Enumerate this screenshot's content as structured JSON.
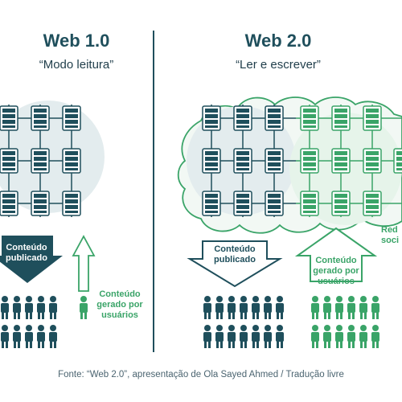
{
  "left": {
    "title": "Web 1.0",
    "subtitle": "“Modo leitura”",
    "published_label_line1": "Conteúdo",
    "published_label_line2": "publicado",
    "user_generated_line1": "Conteúdo",
    "user_generated_line2": "gerado por",
    "user_generated_line3": "usuários"
  },
  "right": {
    "title": "Web 2.0",
    "subtitle": "“Ler e escrever”",
    "published_label_line1": "Conteúdo",
    "published_label_line2": "publicado",
    "user_generated_line1": "Conteúdo",
    "user_generated_line2": "gerado por",
    "user_generated_line3": "usuários",
    "social_label_line1": "Red",
    "social_label_line2": "soci"
  },
  "footer": "Fonte: “Web 2.0”, apresentação de Ola Sayed Ahmed / Tradução livre",
  "colors": {
    "dark": "#1f4f5c",
    "dark_fill": "#2a5e6a",
    "green": "#3aa468",
    "light_green": "#e6f4ea",
    "bg_circle": "#e3ecee"
  }
}
